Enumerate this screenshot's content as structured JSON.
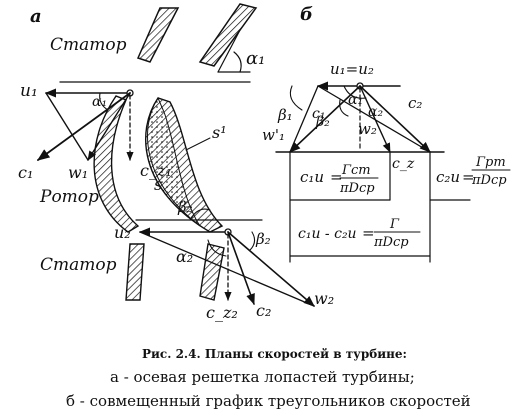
{
  "panels": {
    "a": {
      "letter": "а"
    },
    "b": {
      "letter": "б"
    }
  },
  "labels_a": {
    "stator_top": "Статор",
    "rotor": "Ротор",
    "stator_bottom": "Статор",
    "u1": "u₁",
    "alpha1_top": "α₁",
    "alpha1_inner": "α₁",
    "c1": "c₁",
    "w1": "w₁",
    "cz1": "c_z₁",
    "s_prime": "s¹",
    "s": "s",
    "beta2": "β₂",
    "u2": "u₂",
    "alpha2": "α₂",
    "beta2_right": "β₂",
    "cz2": "c_z₂",
    "c2": "c₂",
    "w2": "w₂"
  },
  "labels_b": {
    "u1_eq_u2": "u₁=u₂",
    "beta1": "β₁",
    "beta2": "β₂",
    "alpha1": "α₁",
    "alpha2": "α₂",
    "c1": "c₁",
    "c2": "c₂",
    "w2": "w₂",
    "w1": "w'₁",
    "cz": "c_z",
    "c1u": "c₁u",
    "gamma_cm": "Γcm",
    "pi_dcp": "πDср",
    "c2u": "c₂u",
    "gamma_pm": "Γpm",
    "pi_dcp2": "πDср",
    "diff": "c₁u - c₂u",
    "gamma": "Γ",
    "pi_dcp3": "πDср"
  },
  "caption": {
    "line1": "Рис. 2.4. Планы скоростей в турбине:",
    "line2": "а - осевая решетка лопастей турбины;",
    "line3": "б - совмещенный график треугольников скоростей"
  }
}
